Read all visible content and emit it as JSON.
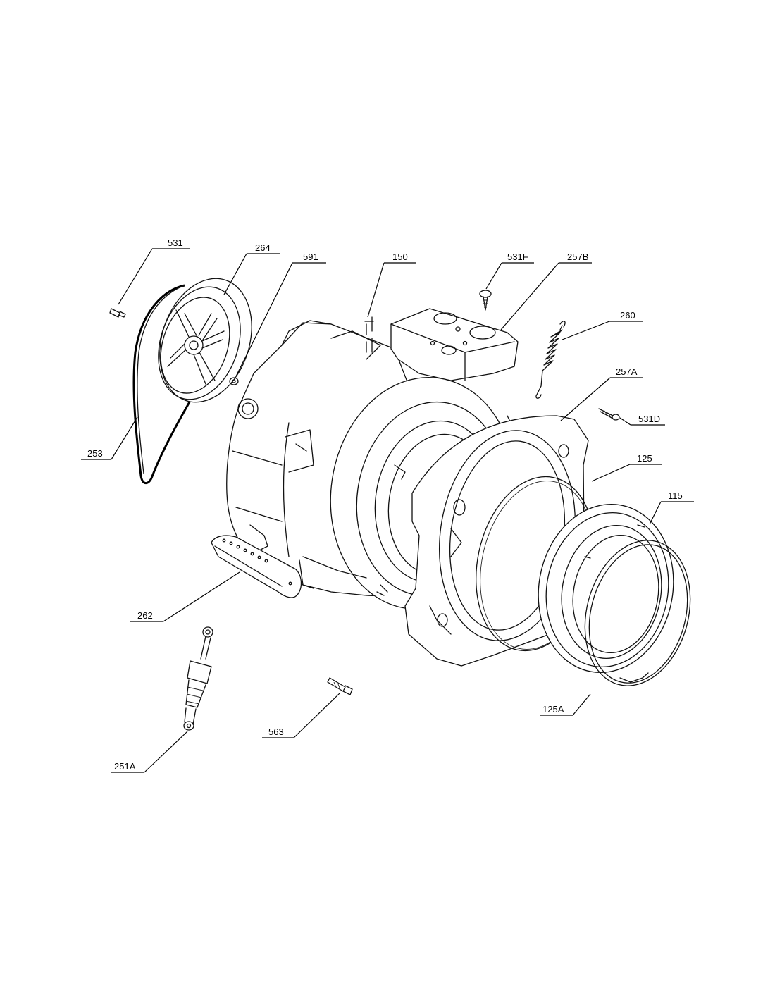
{
  "callouts": {
    "c531": "531",
    "c264": "264",
    "c591": "591",
    "c150": "150",
    "c531F": "531F",
    "c257B": "257B",
    "c260": "260",
    "c257A": "257A",
    "c531D": "531D",
    "c253": "253",
    "c125": "125",
    "c115": "115",
    "c262": "262",
    "c125A": "125A",
    "c563": "563",
    "c251A": "251A"
  }
}
